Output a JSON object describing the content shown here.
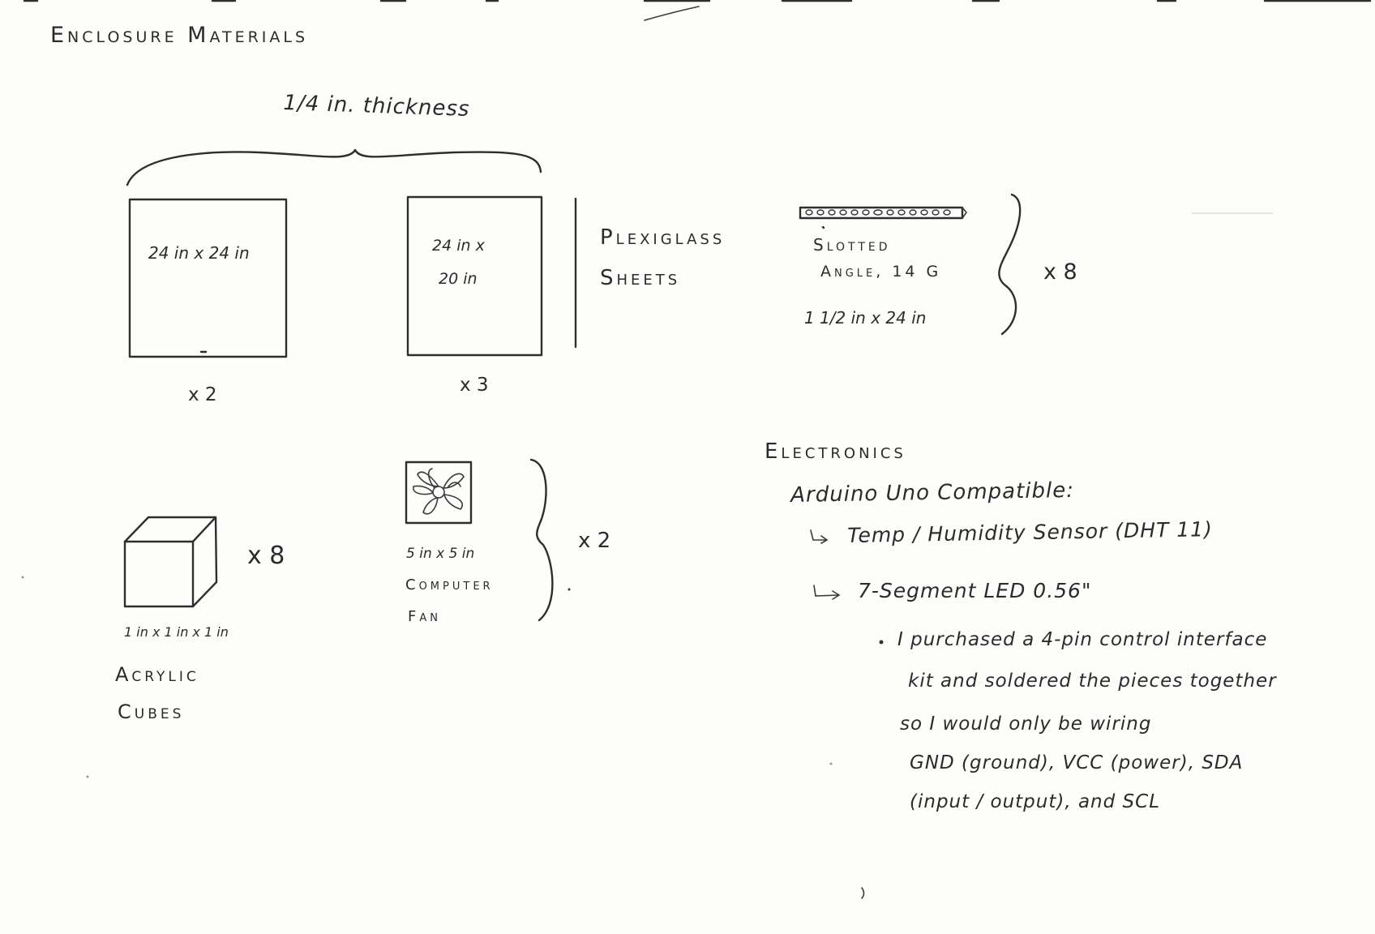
{
  "enclosure": {
    "title": "Enclosure Materials",
    "thickness_label": "1/4 in. thickness",
    "sheet_large": {
      "size_line1": "24 in x 24 in",
      "count": "x 2"
    },
    "sheet_small": {
      "size_line1": "24 in x",
      "size_line2": "20 in",
      "count": "x 3"
    },
    "plexiglass_label_line1": "Plexiglass",
    "plexiglass_label_line2": "Sheets",
    "slotted_angle": {
      "label_line1": "Slotted",
      "label_line2": "Angle, 14 G",
      "size": "1 1/2 in x 24 in",
      "count": "x 8"
    },
    "cubes": {
      "size": "1 in x 1 in x 1 in",
      "label_line1": "Acrylic",
      "label_line2": "Cubes",
      "count": "x 8"
    },
    "fan": {
      "size": "5 in x 5 in",
      "label_line1": "Computer",
      "label_line2": "Fan",
      "count": "x 2"
    }
  },
  "electronics": {
    "title": "Electronics",
    "board": "Arduino Uno Compatible:",
    "item1": "Temp / Humidity Sensor (DHT 11)",
    "item2": "7-Segment LED 0.56\"",
    "note_lines": [
      "I purchased a 4-pin control interface",
      "kit and soldered the pieces together",
      "so I would only be wiring",
      "GND (ground), VCC (power), SDA",
      "(input / output), and SCL"
    ]
  }
}
